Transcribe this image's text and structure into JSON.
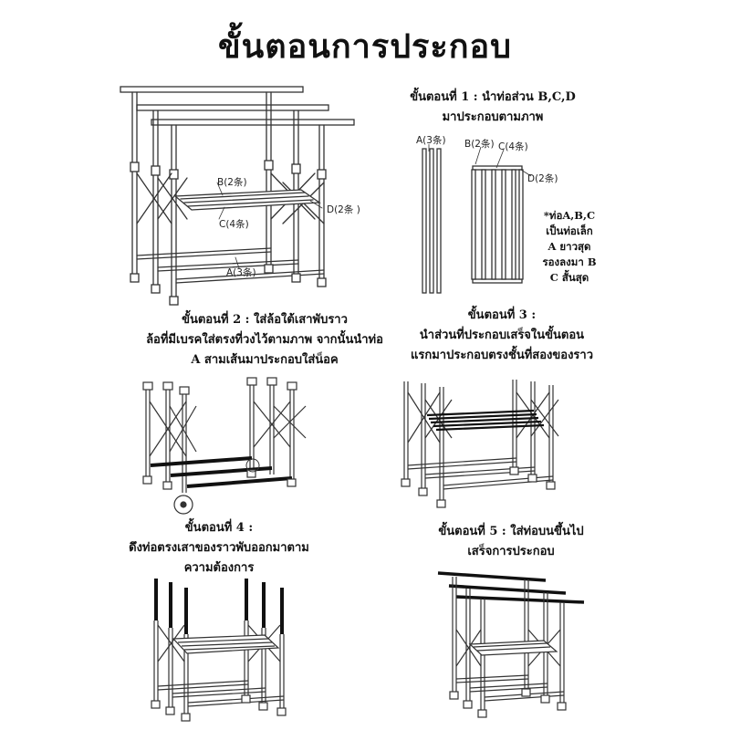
{
  "title": "ขั้นตอนการประกอบ",
  "step1": {
    "line1": "ขั้นตอนที่ 1 : นำท่อส่วน B,C,D",
    "line2": "มาประกอบตามภาพ",
    "labels": {
      "a": "A(3条)",
      "b": "B(2条)",
      "c": "C(4条)",
      "d": "D(2条)"
    },
    "note": [
      "*ท่อA,B,C",
      "เป็นท่อเล็ก",
      "A ยาวสุด",
      "รองลงมา B",
      "C สั้นสุด"
    ]
  },
  "overview": {
    "labels": {
      "b": "B(2条)",
      "c": "C(4条)",
      "d": "D(2条 )",
      "a": "A(3条)"
    }
  },
  "step2": {
    "line1": "ขั้นตอนที่ 2 : ใส่ล้อใต้เสาพับราว",
    "line2": "ล้อที่มีเบรคใส่ตรงที่วงไว้ตามภาพ จากนั้นนำท่อ",
    "line3": "A สามเส้นมาประกอบใส่น็อค"
  },
  "step3": {
    "line1": "ขั้นตอนที่ 3 :",
    "line2": "นำส่วนที่ประกอบเสร็จในขั้นตอน",
    "line3": "แรกมาประกอบตรงชั้นที่สองของราว"
  },
  "step4": {
    "line1": "ขั้นตอนที่ 4 :",
    "line2": "ดึงท่อตรงเสาของราวพับออกมาตาม",
    "line3": "ความต้องการ"
  },
  "step5": {
    "line1": "ขั้นตอนที่ 5 : ใส่ท่อบนขึ้นไป",
    "line2": "เสร็จการประกอบ"
  }
}
